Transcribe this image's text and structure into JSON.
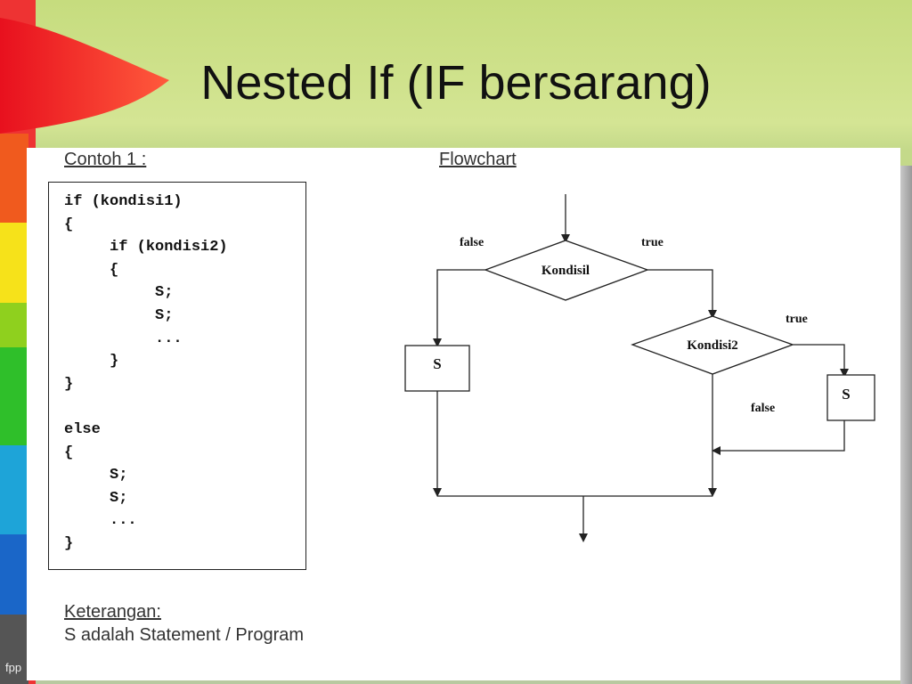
{
  "slide": {
    "title": "Nested If (IF bersarang)",
    "footer": "fpp"
  },
  "example": {
    "label": "Contoh 1 :",
    "code_lines": [
      "if (kondisi1)",
      "{",
      "     if (kondisi2)",
      "     {",
      "          S;",
      "          S;",
      "          ...",
      "     }",
      "}",
      "",
      "else",
      "{",
      "     S;",
      "     S;",
      "     ...",
      "}"
    ]
  },
  "flowchart": {
    "label": "Flowchart",
    "decision1": "Kondisil",
    "decision2": "Kondisi2",
    "process_left": "S",
    "process_right": "S",
    "d1_false": "false",
    "d1_true": "true",
    "d2_true": "true",
    "d2_false": "false"
  },
  "note": {
    "label": "Keterangan:",
    "text": "S adalah Statement / Program"
  }
}
